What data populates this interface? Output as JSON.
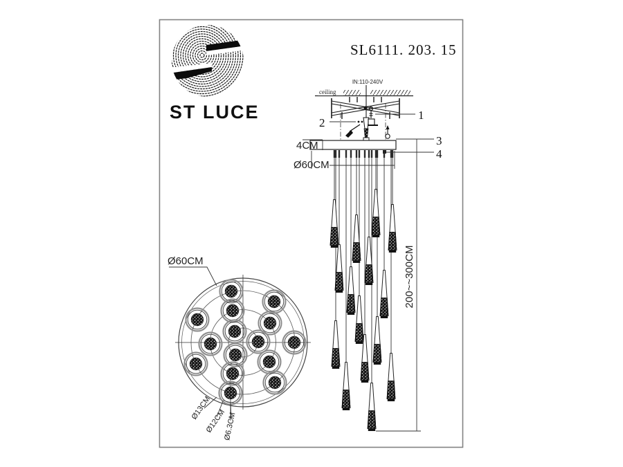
{
  "title": "SL6111. 203. 15",
  "brand": {
    "name": "ST LUCE"
  },
  "front_view": {
    "power_label": "IN:110-240V",
    "ceiling_label": "ceiling",
    "canopy_height_label": "4CM",
    "canopy_diameter_label": "Ø60CM",
    "drop_length_label": "200~~300CM",
    "callout_1": "1",
    "callout_2": "2",
    "callout_3": "3",
    "callout_4": "4"
  },
  "top_view": {
    "diameter_label": "Ø60CM",
    "lamp_ring_label": "Ø13CM",
    "lamp_mid_label": "Ø12CM",
    "lamp_crystal_label": "Ø6.3CM"
  },
  "colors": {
    "line": "#2a2a2a",
    "frame": "#828282",
    "ring_gray": "#909090",
    "texture_dark": "#111111",
    "background": "#ffffff"
  }
}
